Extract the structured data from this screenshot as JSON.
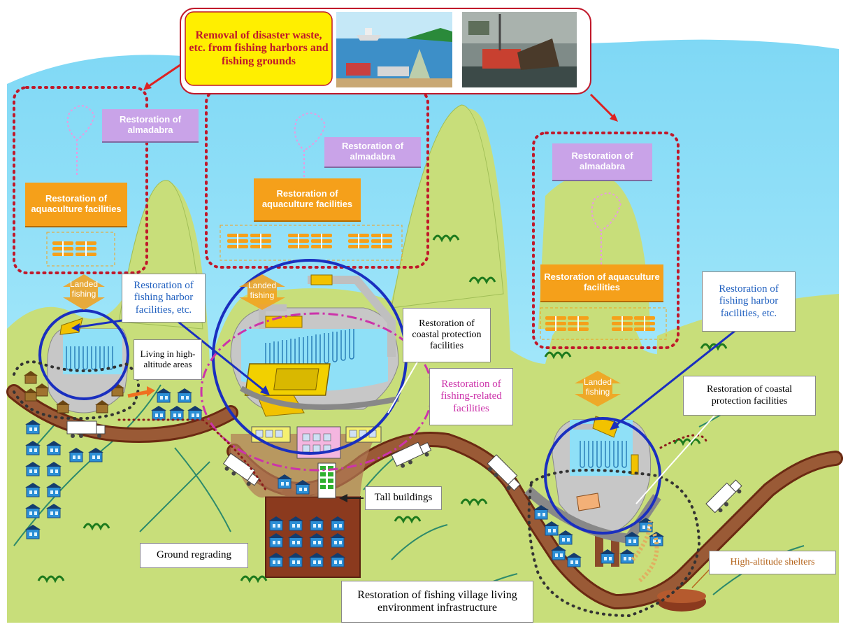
{
  "top_banner": {
    "title": "Removal of disaster waste, etc. from fishing harbors and fishing grounds"
  },
  "labels": {
    "almadabra": "Restoration of almadabra",
    "aquaculture": "Restoration of aquaculture facilities",
    "landed_fishing": "Landed fishing",
    "fishing_harbor": "Restoration of fishing harbor facilities, etc.",
    "living_high": "Living in high-altitude areas",
    "coastal_protection": "Restoration of coastal protection facilities",
    "fishing_related": "Restoration of fishing-related facilities",
    "tall_buildings": "Tall buildings",
    "ground_regrading": "Ground regrading",
    "village_infra": "Restoration of fishing village living environment infrastructure",
    "shelters": "High-altitude shelters"
  },
  "colors": {
    "sea": "#8fe0f7",
    "land": "#c8de7a",
    "road": "#8b4a2a",
    "orange_box": "#f5a01a",
    "purple_box": "#c9a3e8",
    "dotted_red": "#c0182a",
    "blue_circle": "#1a2fbf",
    "magenta": "#cc33aa"
  }
}
